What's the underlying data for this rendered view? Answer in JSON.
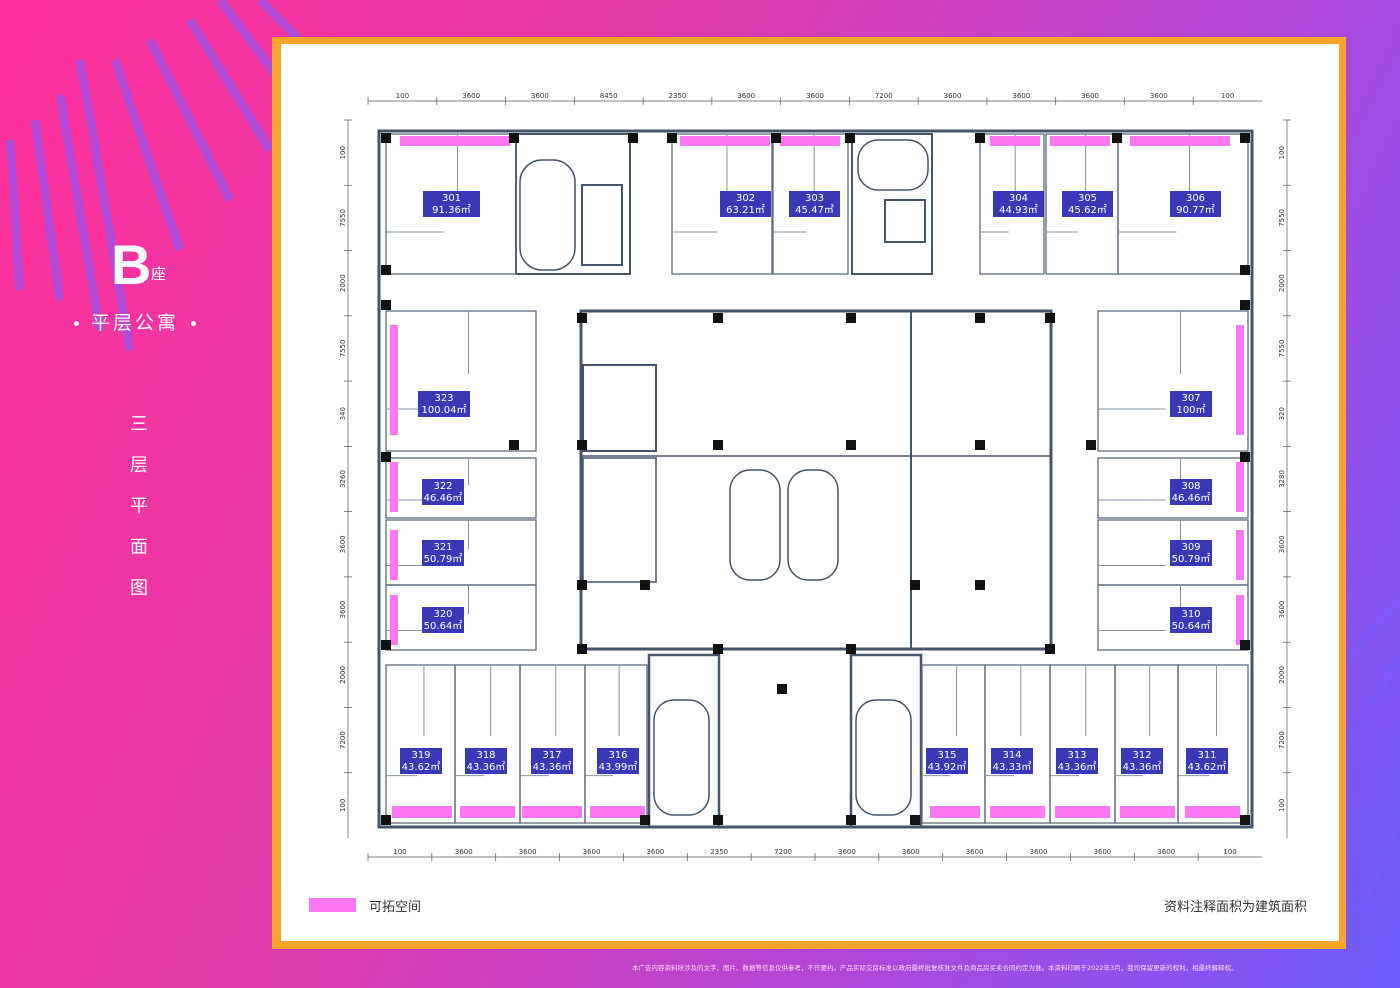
{
  "building": {
    "letter": "B",
    "suffix": "座",
    "subtitle": "平层公寓",
    "vertical_title": [
      "三",
      "层",
      "平",
      "面",
      "图"
    ]
  },
  "legend": {
    "label": "可拓空间",
    "swatch_color": "#ff77f2"
  },
  "note": "资料注释面积为建筑面积",
  "disclaimer": "本广告内容资料所涉及的文字、图片、数据等信息仅供参考，不作要约。产品实际交房标准以政府最终批复核准文件及商品房买卖合同约定为准。本资料印刷于2022年3月，我司保留更新的权利，相最终解释权。",
  "colors": {
    "accent": "#f7a52a",
    "unit_label": "#3b38b8",
    "expand": "#ff77f2",
    "wall": "#46546a"
  },
  "dimensions": {
    "top": [
      "100",
      "3600",
      "3600",
      "8450",
      "2350",
      "3600",
      "3600",
      "7200",
      "3600",
      "3600",
      "3600",
      "3600",
      "100"
    ],
    "bottom": [
      "100",
      "3600",
      "3600",
      "3600",
      "3600",
      "2350",
      "7200",
      "3600",
      "3600",
      "3600",
      "3600",
      "3600",
      "3600",
      "100"
    ],
    "left": [
      "100",
      "7550",
      "2000",
      "7550",
      "340",
      "3260",
      "3600",
      "3600",
      "2000",
      "7200",
      "100"
    ],
    "right": [
      "100",
      "7550",
      "2000",
      "7550",
      "320",
      "3280",
      "3600",
      "3600",
      "2000",
      "7200",
      "100"
    ]
  },
  "units": [
    {
      "no": "301",
      "area": "91.36㎡"
    },
    {
      "no": "302",
      "area": "63.21㎡"
    },
    {
      "no": "303",
      "area": "45.47㎡"
    },
    {
      "no": "304",
      "area": "44.93㎡"
    },
    {
      "no": "305",
      "area": "45.62㎡"
    },
    {
      "no": "306",
      "area": "90.77㎡"
    },
    {
      "no": "307",
      "area": "100㎡"
    },
    {
      "no": "308",
      "area": "46.46㎡"
    },
    {
      "no": "309",
      "area": "50.79㎡"
    },
    {
      "no": "310",
      "area": "50.64㎡"
    },
    {
      "no": "311",
      "area": "43.62㎡"
    },
    {
      "no": "312",
      "area": "43.36㎡"
    },
    {
      "no": "313",
      "area": "43.36㎡"
    },
    {
      "no": "314",
      "area": "43.33㎡"
    },
    {
      "no": "315",
      "area": "43.92㎡"
    },
    {
      "no": "316",
      "area": "43.99㎡"
    },
    {
      "no": "317",
      "area": "43.36㎡"
    },
    {
      "no": "318",
      "area": "43.36㎡"
    },
    {
      "no": "319",
      "area": "43.62㎡"
    },
    {
      "no": "320",
      "area": "50.64㎡"
    },
    {
      "no": "321",
      "area": "50.79㎡"
    },
    {
      "no": "322",
      "area": "46.46㎡"
    },
    {
      "no": "323",
      "area": "100.04㎡"
    }
  ]
}
